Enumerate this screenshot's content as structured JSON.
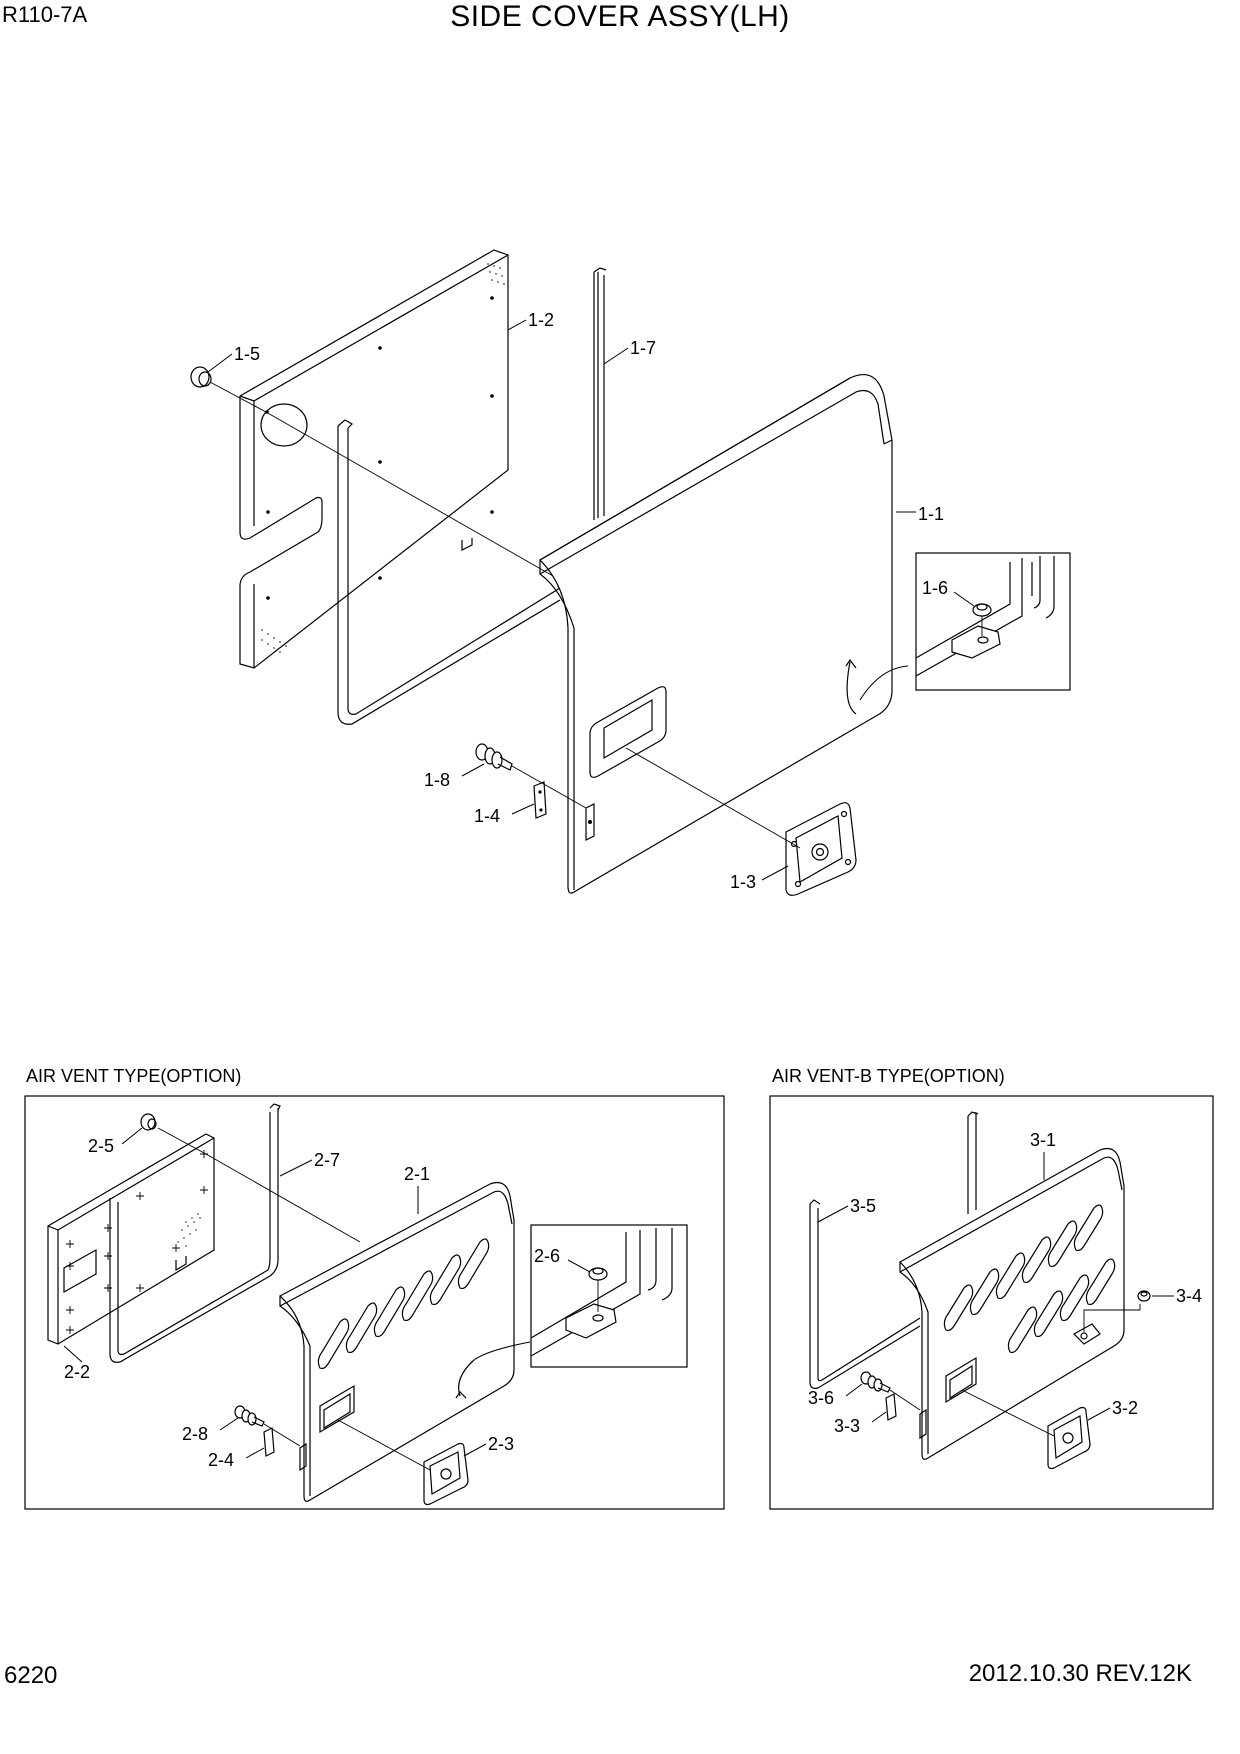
{
  "header": {
    "model": "R110-7A",
    "title": "SIDE COVER ASSY(LH)"
  },
  "footer": {
    "page_number": "6220",
    "revision": "2012.10.30  REV.12K"
  },
  "sections": {
    "air_vent": "AIR VENT TYPE(OPTION)",
    "air_vent_b": "AIR VENT-B TYPE(OPTION)"
  },
  "callouts": {
    "c1_1": "1-1",
    "c1_2": "1-2",
    "c1_3": "1-3",
    "c1_4": "1-4",
    "c1_5": "1-5",
    "c1_6": "1-6",
    "c1_7": "1-7",
    "c1_8": "1-8",
    "c2_1": "2-1",
    "c2_2": "2-2",
    "c2_3": "2-3",
    "c2_4": "2-4",
    "c2_5": "2-5",
    "c2_6": "2-6",
    "c2_7": "2-7",
    "c2_8": "2-8",
    "c3_1": "3-1",
    "c3_2": "3-2",
    "c3_3": "3-3",
    "c3_4": "3-4",
    "c3_5": "3-5",
    "c3_6": "3-6"
  }
}
